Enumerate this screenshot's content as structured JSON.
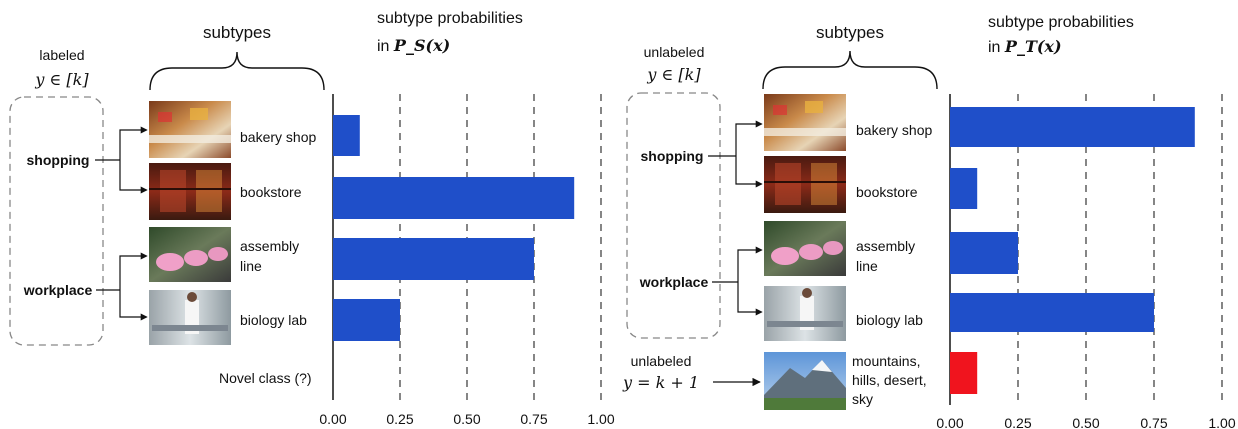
{
  "left": {
    "header_label": "labeled",
    "header_math": "y ∈ [k]",
    "subtypes_title": "subtypes",
    "prob_title_line1": "subtype probabilities",
    "prob_title_prefix": "in ",
    "prob_title_math": "P_S(x)",
    "groups": [
      {
        "label": "shopping",
        "subtypes": [
          0,
          1
        ]
      },
      {
        "label": "workplace",
        "subtypes": [
          2,
          3
        ]
      }
    ],
    "subtypes": [
      {
        "label": "bakery shop",
        "thumb": "bakery-photo"
      },
      {
        "label": "bookstore",
        "thumb": "bookstore-photo"
      },
      {
        "label": "assembly line",
        "thumb": "assembly-photo"
      },
      {
        "label": "biology lab",
        "thumb": "lab-photo"
      }
    ],
    "novel_label": "Novel class (?)"
  },
  "right": {
    "header_label": "unlabeled",
    "header_math": "y ∈ [k]",
    "subtypes_title": "subtypes",
    "prob_title_line1": "subtype probabilities",
    "prob_title_prefix": "in ",
    "prob_title_math": "P_T(x)",
    "groups": [
      {
        "label": "shopping",
        "subtypes": [
          0,
          1
        ]
      },
      {
        "label": "workplace",
        "subtypes": [
          2,
          3
        ]
      }
    ],
    "subtypes": [
      {
        "label": "bakery shop",
        "thumb": "bakery-photo"
      },
      {
        "label": "bookstore",
        "thumb": "bookstore-photo"
      },
      {
        "label": "assembly line",
        "thumb": "assembly-photo"
      },
      {
        "label": "biology lab",
        "thumb": "lab-photo"
      },
      {
        "label": "mountains, hills, desert, sky",
        "thumb": "mountain-photo"
      }
    ],
    "novel_label_top": "unlabeled",
    "novel_math": "y = k + 1"
  },
  "colors": {
    "bar": "#1f4fc9",
    "novel_bar": "#f0141e",
    "grid": "#222222"
  },
  "chart_data": [
    {
      "type": "bar",
      "orientation": "horizontal",
      "categories": [
        "bakery shop",
        "bookstore",
        "assembly line",
        "biology lab",
        "Novel class (?)"
      ],
      "values": [
        0.1,
        0.9,
        0.75,
        0.25,
        0
      ],
      "xlim": [
        0,
        1
      ],
      "xticks": [
        "0.00",
        "0.25",
        "0.50",
        "0.75",
        "1.00"
      ],
      "grid": "vertical dashed"
    },
    {
      "type": "bar",
      "orientation": "horizontal",
      "categories": [
        "bakery shop",
        "bookstore",
        "assembly line",
        "biology lab",
        "mountains, hills, desert, sky"
      ],
      "values": [
        0.9,
        0.1,
        0.25,
        0.75,
        0.1
      ],
      "xlim": [
        0,
        1
      ],
      "xticks": [
        "0.00",
        "0.25",
        "0.50",
        "0.75",
        "1.00"
      ],
      "grid": "vertical dashed"
    }
  ]
}
